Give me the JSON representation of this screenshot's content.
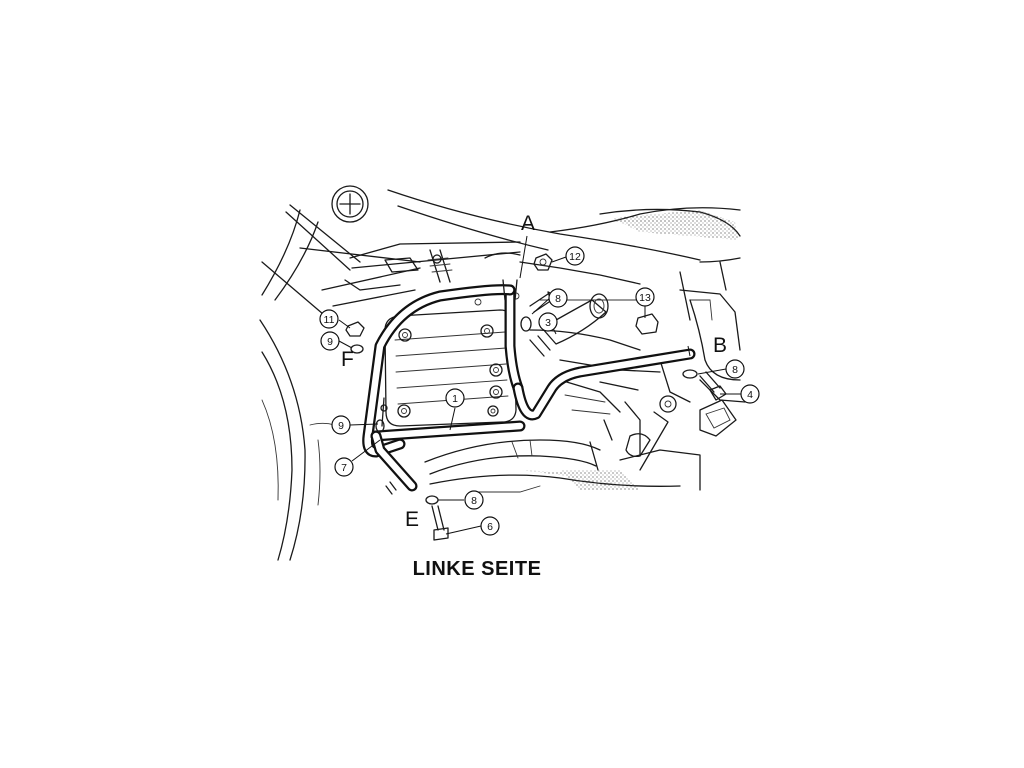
{
  "caption": "LINKE SEITE",
  "letters": {
    "A": "A",
    "B": "B",
    "E": "E",
    "F": "F"
  },
  "callouts": {
    "c1": "1",
    "c3": "3",
    "c4": "4",
    "c6": "6",
    "c7": "7",
    "c8a": "8",
    "c8b": "8",
    "c8c": "8",
    "c9a": "9",
    "c9b": "9",
    "c11": "11",
    "c12": "12",
    "c13": "13"
  }
}
